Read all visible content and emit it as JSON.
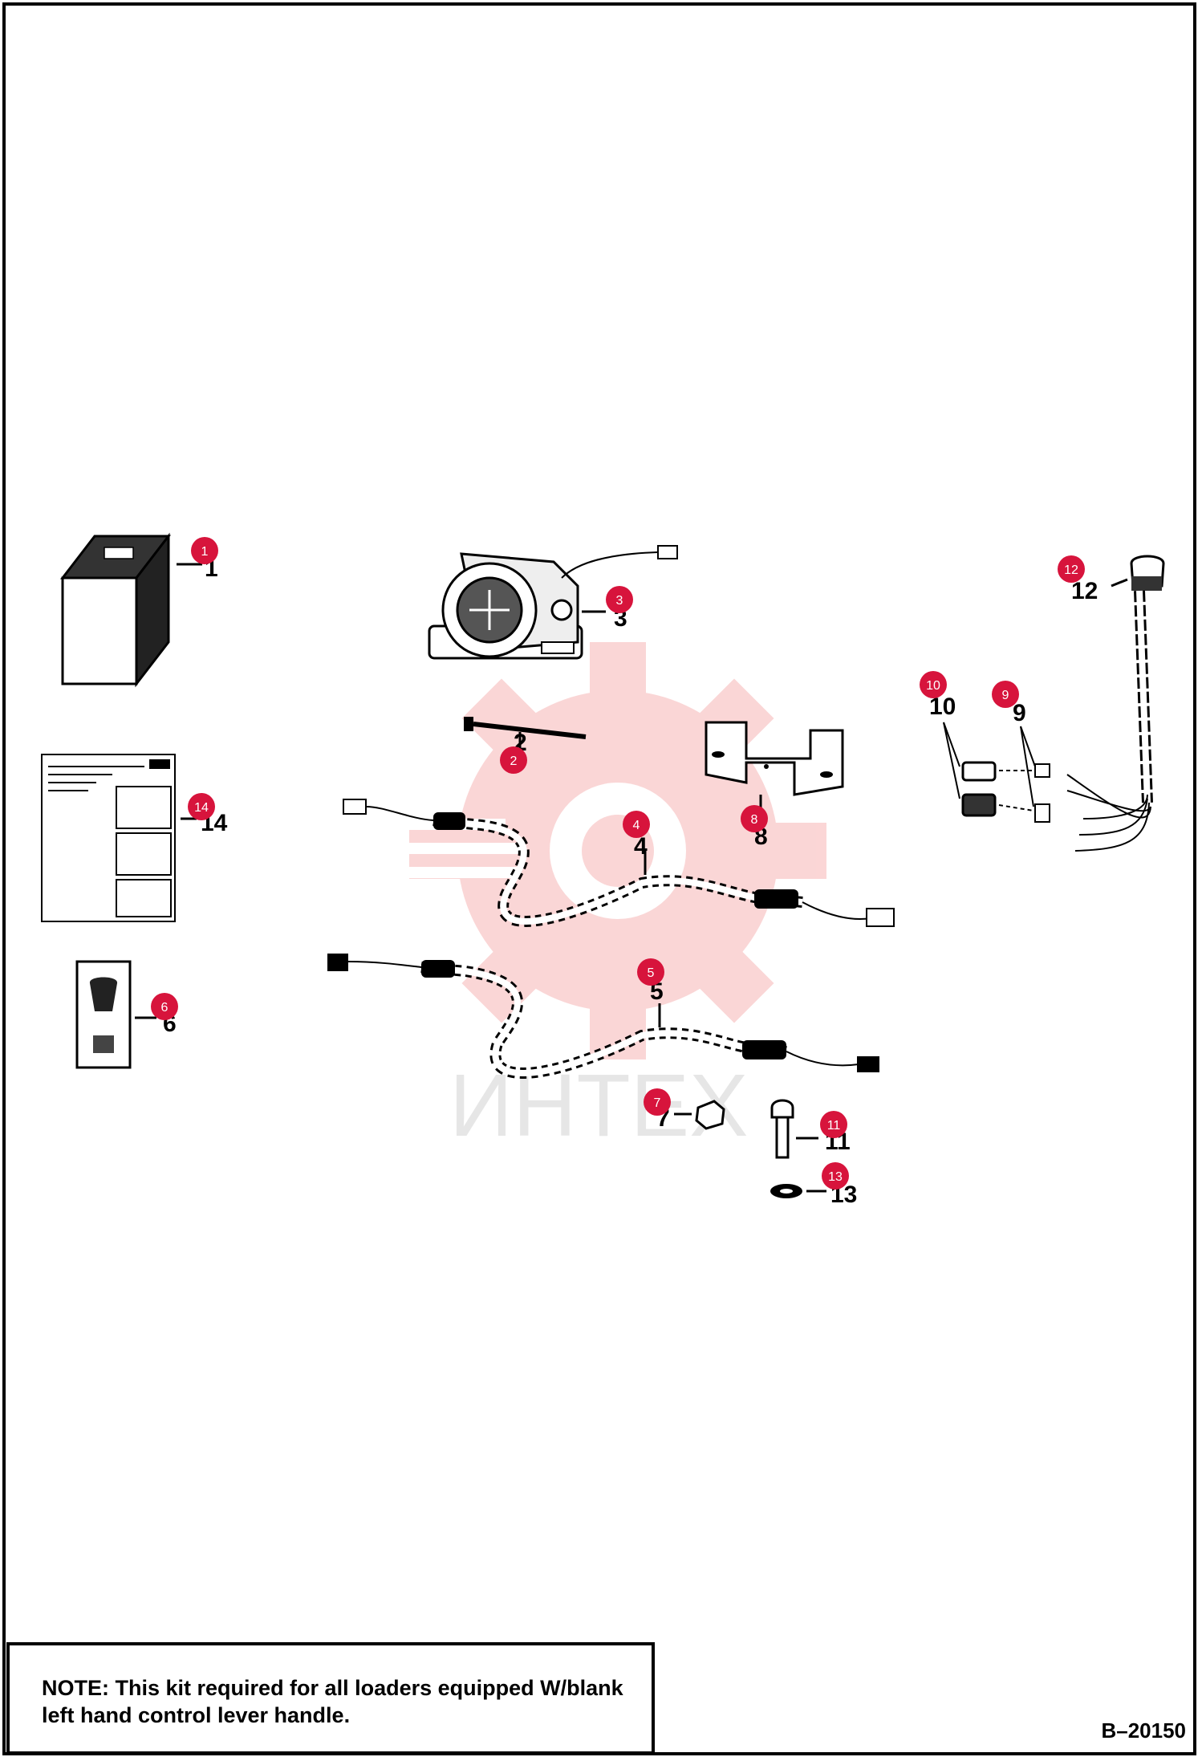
{
  "watermark": {
    "text": "ИНТЕХ",
    "color": "#f4a6a6"
  },
  "callouts": [
    {
      "id": "1",
      "label": "1"
    },
    {
      "id": "2",
      "label": "2"
    },
    {
      "id": "3",
      "label": "3"
    },
    {
      "id": "4",
      "label": "4"
    },
    {
      "id": "5",
      "label": "5"
    },
    {
      "id": "6",
      "label": "6"
    },
    {
      "id": "7",
      "label": "7"
    },
    {
      "id": "8",
      "label": "8"
    },
    {
      "id": "9",
      "label": "9"
    },
    {
      "id": "10",
      "label": "10"
    },
    {
      "id": "11",
      "label": "11"
    },
    {
      "id": "12",
      "label": "12"
    },
    {
      "id": "13",
      "label": "13"
    },
    {
      "id": "14",
      "label": "14"
    }
  ],
  "bubble_color": "#d7143c",
  "note": {
    "label": "NOTE:",
    "text": "This kit required for all loaders equipped W/blank left hand control lever handle."
  },
  "drawing_id": "B–20150"
}
